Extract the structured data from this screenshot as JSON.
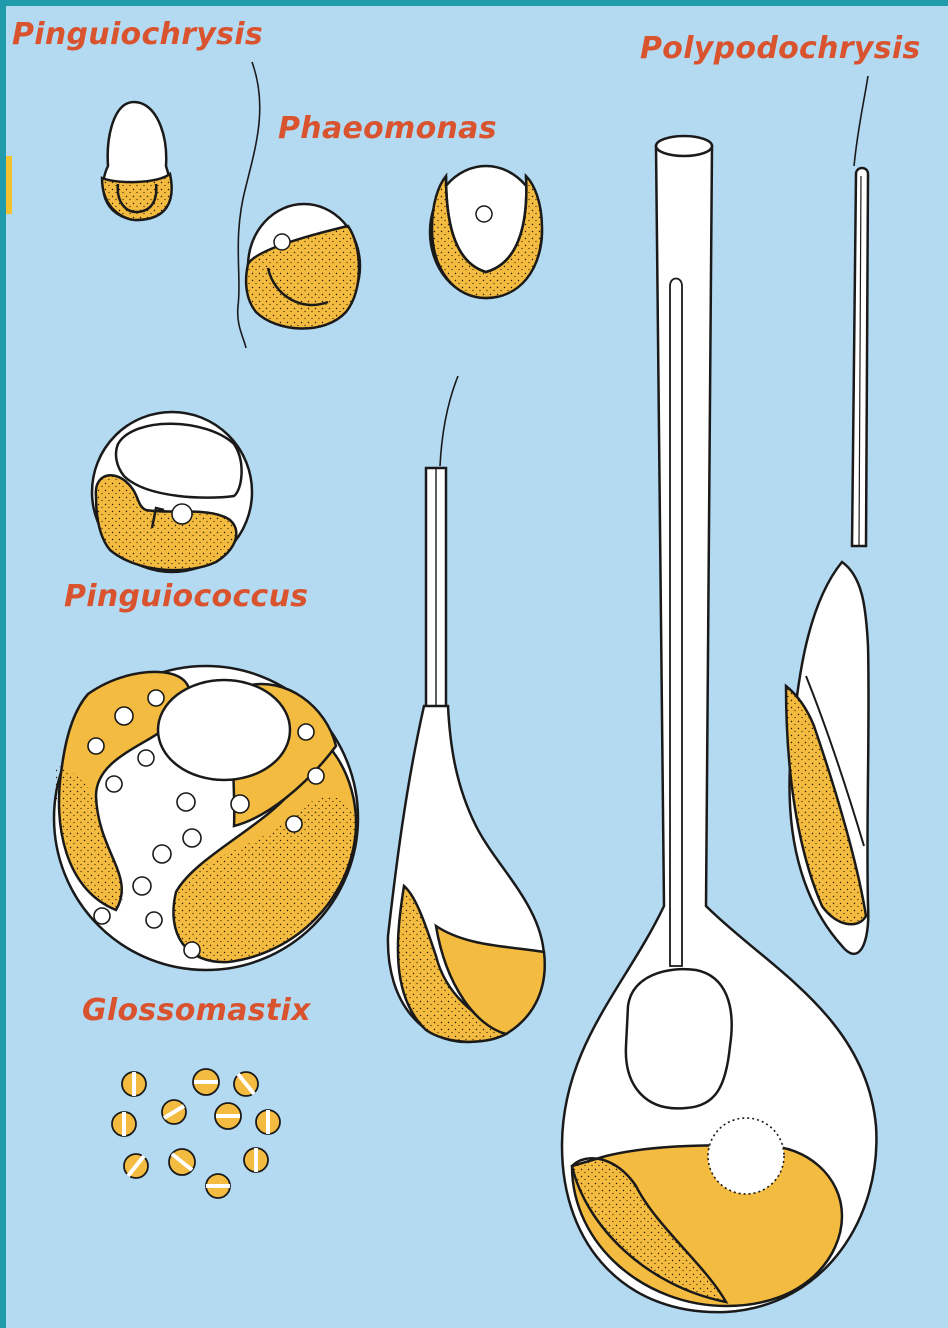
{
  "labels": {
    "pinguiochrysis": "Pinguiochrysis",
    "phaeomonas": "Phaeomonas",
    "polypodochrysis": "Polypodochrysis",
    "pinguiococcus": "Pinguiococcus",
    "glossomastix": "Glossomastix"
  },
  "colors": {
    "background": "#b4daf2",
    "border": "#1f9bab",
    "chloroplast": "#f3bb3f",
    "label": "#d9532e",
    "outline": "#1a1a1a"
  }
}
